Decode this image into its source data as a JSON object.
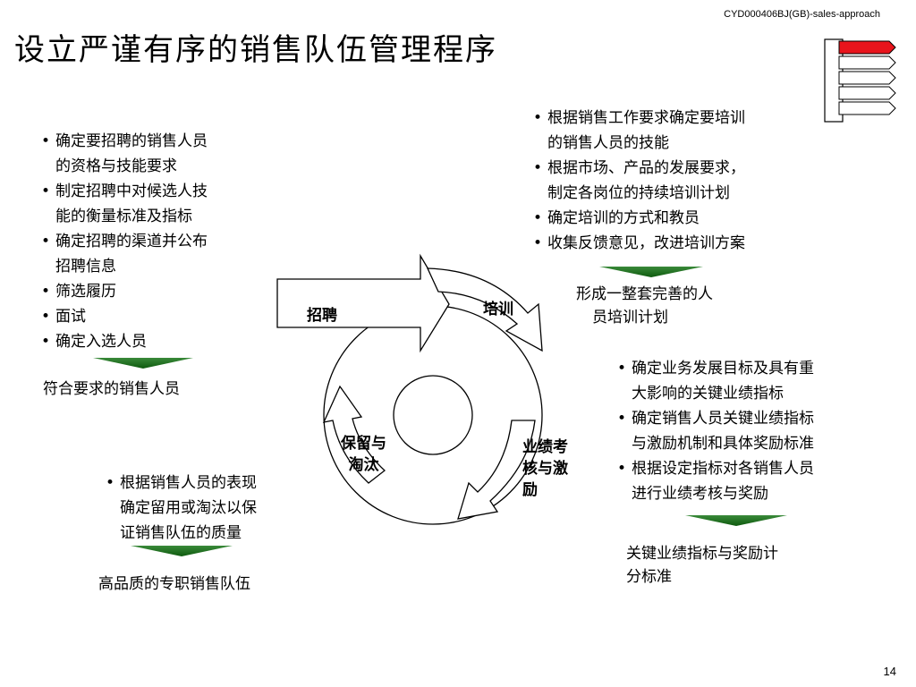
{
  "doc_code": "CYD000406BJ(GB)-sales-approach",
  "title": "设立严谨有序的销售队伍管理程序",
  "page_number": "14",
  "stages": {
    "recruit": "招聘",
    "train": "培训",
    "evaluate_lines": [
      "业绩考",
      "核与激",
      "励"
    ],
    "retain_lines": [
      "保留与",
      "淘汰"
    ]
  },
  "recruit_box": {
    "bullets": [
      [
        "确定要招聘的销售人员",
        "的资格与技能要求"
      ],
      [
        "制定招聘中对候选人技",
        "能的衡量标准及指标"
      ],
      [
        "确定招聘的渠道并公布",
        "招聘信息"
      ],
      [
        "筛选履历"
      ],
      [
        "面试"
      ],
      [
        "确定入选人员"
      ]
    ],
    "outcome": "符合要求的销售人员"
  },
  "train_box": {
    "bullets": [
      [
        "根据销售工作要求确定要培训",
        "的销售人员的技能"
      ],
      [
        "根据市场、产品的发展要求，",
        "制定各岗位的持续培训计划"
      ],
      [
        "确定培训的方式和教员"
      ],
      [
        "收集反馈意见，改进培训方案"
      ]
    ],
    "outcome_lines": [
      "形成一整套完善的人",
      "员培训计划"
    ]
  },
  "evaluate_box": {
    "bullets": [
      [
        "确定业务发展目标及具有重",
        "大影响的关键业绩指标"
      ],
      [
        "确定销售人员关键业绩指标",
        "与激励机制和具体奖励标准"
      ],
      [
        "根据设定指标对各销售人员",
        "进行业绩考核与奖励"
      ]
    ],
    "outcome_lines": [
      "关键业绩指标与奖励计",
      "分标准"
    ]
  },
  "retain_box": {
    "bullets": [
      [
        "根据销售人员的表现",
        "确定留用或淘汰以保",
        "证销售队伍的质量"
      ]
    ],
    "outcome": "高品质的专职销售队伍"
  },
  "colors": {
    "accent_red": "#e8141c",
    "arrow_green": "#1f7a1f"
  }
}
